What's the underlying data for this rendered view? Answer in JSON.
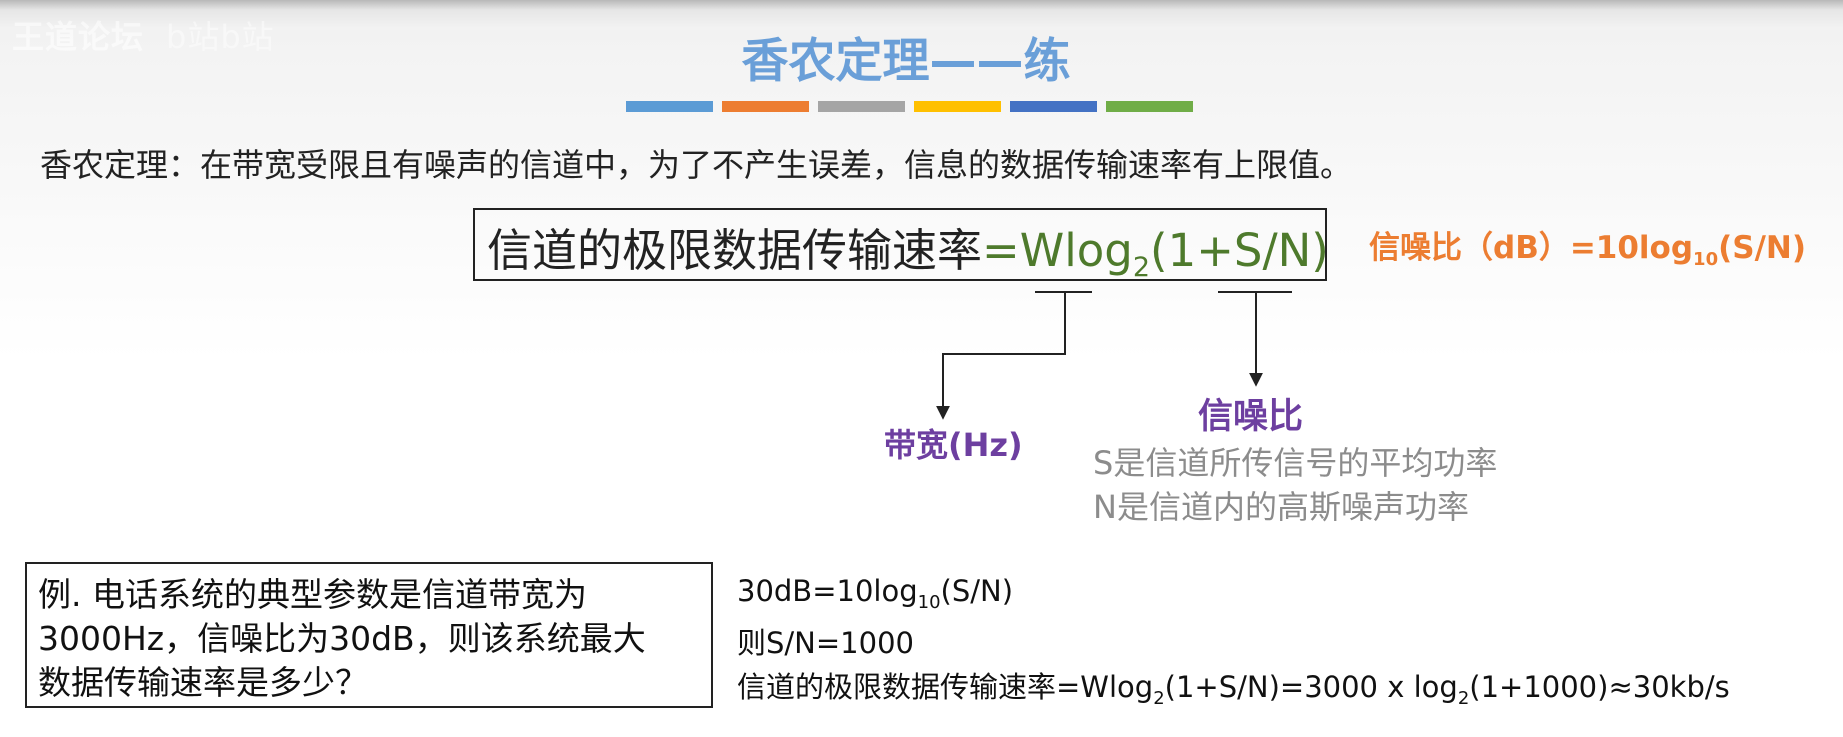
{
  "watermark": {
    "site": "王道论坛",
    "faint": "b站b站"
  },
  "title": "香农定理——练",
  "colorbar": [
    "#5b9bd5",
    "#ed7d31",
    "#a5a5a5",
    "#ffc000",
    "#4472c4",
    "#70ad47"
  ],
  "definition": "香农定理：在带宽受限且有噪声的信道中，为了不产生误差，信息的数据传输速率有上限值。",
  "formula": {
    "prefix": "信道的极限数据传输速率",
    "eq": "=Wlog",
    "sub": "2",
    "tail": "(1+S/N)"
  },
  "snr_formula": {
    "pre": "信噪比（dB）=10log",
    "sub": "10",
    "post": "(S/N)"
  },
  "bandwidth_label": "带宽(Hz)",
  "snr_label": "信噪比",
  "snr_desc": [
    "S是信道所传信号的平均功率",
    "N是信道内的高斯噪声功率"
  ],
  "example": [
    "例. 电话系统的典型参数是信道带宽为",
    "3000Hz，信噪比为30dB，则该系统最大",
    "数据传输速率是多少？"
  ],
  "solution": {
    "line1": {
      "pre": "30dB=10log",
      "sub": "10",
      "post": "(S/N)"
    },
    "line2": "则S/N=1000",
    "line3": {
      "pre": "信道的极限数据传输速率=Wlog",
      "sub1": "2",
      "mid": "(1+S/N)=3000 x log",
      "sub2": "2",
      "post": "(1+1000)≈30kb/s"
    }
  }
}
